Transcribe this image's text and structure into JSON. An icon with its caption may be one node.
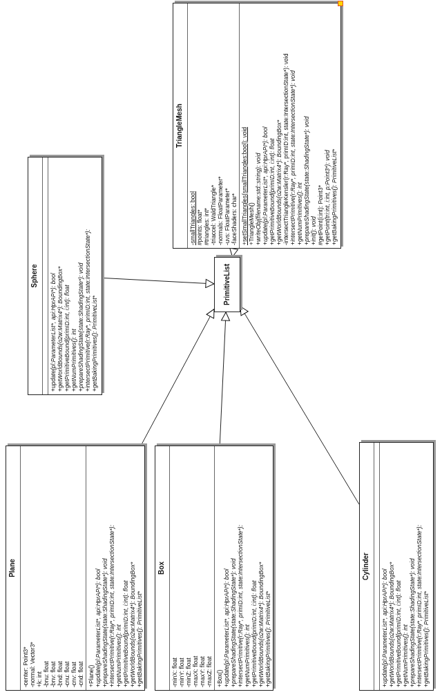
{
  "diagram": {
    "nodes": [
      {
        "text": [
          "Plane",
          "-center: Point3*",
          "-normal: Vector3*",
          "+k: int",
          "-bnu: float",
          "-bnv: float",
          "-bnd: float",
          "-cnu: float",
          "-cnv: float",
          "-cnd: float",
          "+Plane()",
          "+update(pl:ParameterList*, api:HprAPI*): bool",
          "+prepareShadingState(state:ShadingState*): void",
          "+intersectPrimitive(r:Ray*, primID:int, state:IntersectionState*):",
          "+getNumPrimitives(): int",
          "+getPrimitiveBound(primID:int, i:int): float",
          "+getWorldBounds(o2w:Matrix4*): BoundingBox*",
          "+getBakingPrimitives(): PrimitiveList*"
        ]
      },
      {
        "text": [
          "Box",
          "-minX: float",
          "-minY: float",
          "-minZ: float",
          "-maxX: float",
          "-maxY: float",
          "-maxZ: float",
          "+Box()",
          "+update(pl:ParameterList*, api:HprAPI*): bool",
          "+prepareShadingState(state:ShadingState*): void",
          "+intersectPrimitive(r:Ray*, primID:int, state:IntersectionState*):",
          "+getNumPrimitives(): int",
          "+getPrimitiveBound(primID:int, i:int): float",
          "+getWorldBounds(o2w:Matrix4*): BoundingBox*",
          "+getBakingPrimitives(): PrimitiveList*"
        ]
      },
      {
        "text": [
          "Sphere",
          "+update(pl:ParameterList*, api:HprAPI*): bool",
          "+getWorldBounds(o2w:Matrix4*): BoundingBox*",
          "+getPrimitiveBound(primID:int, i:int): float",
          "+getNumPrimitives(): int",
          "+prepareShadingState(state:ShadingState*): void",
          "+intersectPrimitive(r:Ray*, primID:int, state:IntersectionState*):",
          "+getBakingPrimitives(): PrimitiveList*"
        ]
      },
      {
        "text": [
          "PrimitiveList"
        ]
      },
      {
        "text": [
          "TriangleMesh",
          "-smallTriangles: bool",
          "#points: float*",
          "#triangles: int*",
          "-triaccel: WaldTriangle*",
          "-normals: FloatParameter*",
          "-uvs: FloatParameter*",
          "-faceShaders: char*",
          "+setSmallTriangles(smallTriangles:bool): void",
          "+TriangleMesh()",
          "+writeObj(filename:std::string): void",
          "+update(pl:ParameterList*, api:HprAPI*): bool",
          "+getPrimitiveBound(primID:int, i:int): float",
          "+getWorldBounds(o2w:Matrix4*): BoundingBox*",
          "-intersectTriangleKensler(r:Ray*, primID:int, state:IntersectionState*): void",
          "+intersectPrimitive(r:Ray*, primID:int, state:IntersectionState*): void",
          "+getNumPrimitives(): int",
          "+prepareShadingState(state:ShadingState*): void",
          "+init(): void",
          "#getPoint(i:int): Point3*",
          "+getPoint(tri:int, i:int, p:Point3*): void",
          "+getBakingPrimitives(): PrimitiveList*"
        ]
      },
      {
        "text": [
          "Cylinder",
          "+update(pl:ParameterList*, api:HprAPI*): bool",
          "+getWorldBounds(o2w:Matrix4*): BoundingBox*",
          "+getPrimitiveBound(primID:int, i:int): float",
          "+getNumPrimitives(): int",
          "+prepareShadingState(state:ShadingState*): void",
          "+intersectPrimitive(r:Ray*, primID:int, state:IntersectionState*):",
          "+getBakingPrimitives(): PrimitiveList*"
        ]
      }
    ],
    "edges": [
      {
        "from": 0,
        "to": 3,
        "arrow": "to"
      },
      {
        "from": 2,
        "to": 3,
        "arrow": "to"
      },
      {
        "from": 1,
        "to": 3,
        "arrow": "to"
      },
      {
        "from": 4,
        "to": 3,
        "arrow": "to"
      },
      {
        "from": 5,
        "to": 3,
        "arrow": "to"
      }
    ]
  }
}
